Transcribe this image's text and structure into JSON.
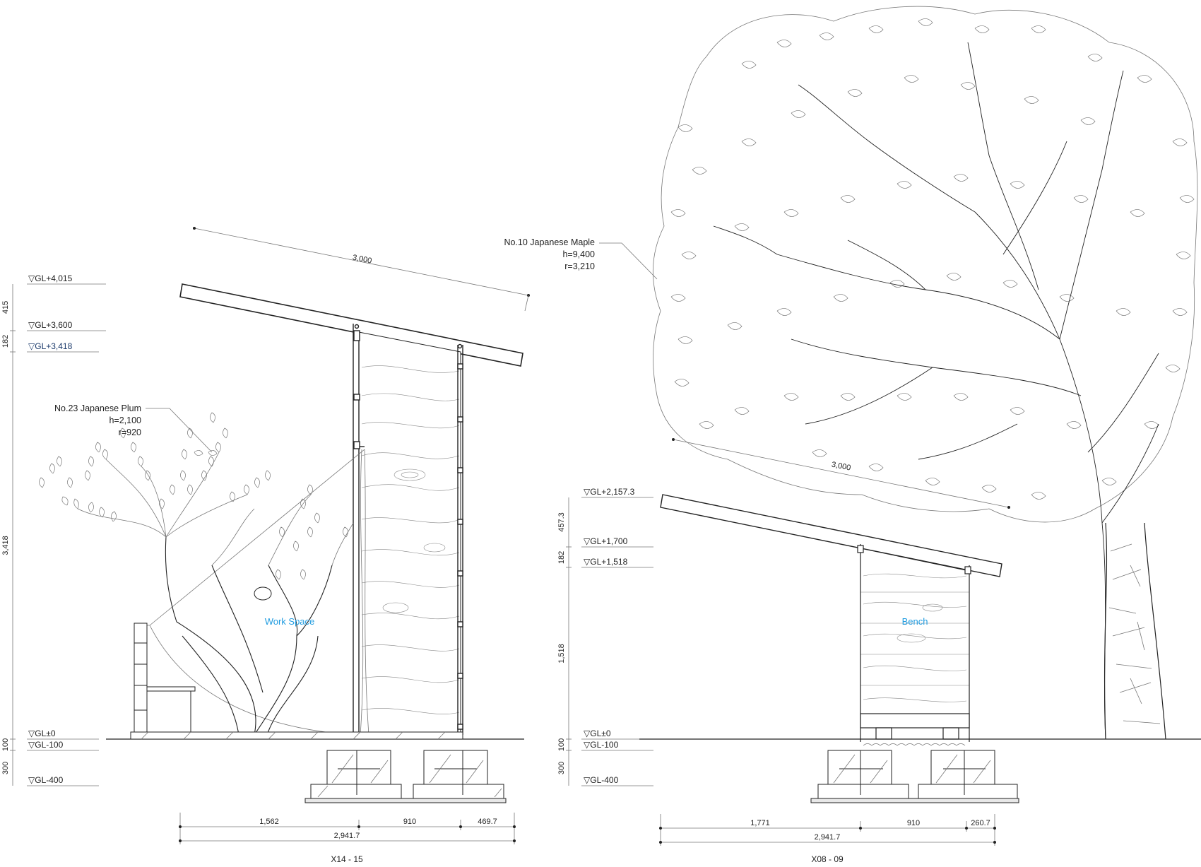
{
  "left_section": {
    "levels": {
      "gl_4015": "▽GL+4,015",
      "gl_3600": "▽GL+3,600",
      "gl_3418": "▽GL+3,418",
      "gl_0": "▽GL±0",
      "gl_m100": "▽GL-100",
      "gl_m400": "▽GL-400"
    },
    "vertical_dims": [
      "415",
      "182",
      "3,418",
      "100",
      "300"
    ],
    "roof_length": "3,000",
    "tree": {
      "name": "No.23 Japanese Plum",
      "height": "h=2,100",
      "radius": "r=920"
    },
    "space_label": "Work Space",
    "bottom_dims": [
      "1,562",
      "910",
      "469.7"
    ],
    "total_dim": "2,941.7",
    "caption": "X14 - 15"
  },
  "right_section": {
    "levels": {
      "gl_2157": "▽GL+2,157.3",
      "gl_1700": "▽GL+1,700",
      "gl_1518": "▽GL+1,518",
      "gl_0": "▽GL±0",
      "gl_m100": "▽GL-100",
      "gl_m400": "▽GL-400"
    },
    "vertical_dims": [
      "457.3",
      "182",
      "1,518",
      "100",
      "300"
    ],
    "roof_length": "3,000",
    "tree": {
      "name": "No.10 Japanese Maple",
      "height": "h=9,400",
      "radius": "r=3,210"
    },
    "space_label": "Bench",
    "bottom_dims": [
      "1,771",
      "910",
      "260.7"
    ],
    "total_dim": "2,941.7",
    "caption": "X08 - 09"
  },
  "colors": {
    "label_blue": "#1e9be0",
    "line": "#222222",
    "level_accent": "#1b3a6b"
  }
}
